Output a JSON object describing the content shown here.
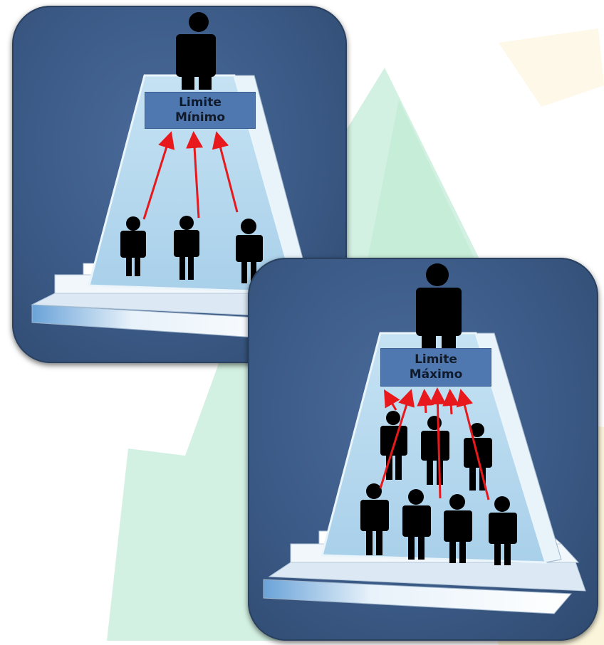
{
  "panels": {
    "minimum": {
      "label_line1": "Limite",
      "label_line2": "Mínimo",
      "subordinate_count": 3
    },
    "maximum": {
      "label_line1": "Limite",
      "label_line2": "Máximo",
      "subordinate_count": 7
    }
  },
  "colors": {
    "panel_bg": "#3b5a86",
    "pyramid_face": "#bcdcef",
    "pyramid_edge": "#e9f4fb",
    "label_box": "#4f77b0",
    "arrow": "#e8191c",
    "person": "#000000",
    "watermark_green": "#cdeedd",
    "watermark_yellow": "#fbf5dc"
  },
  "icons": [
    "person-icon",
    "pyramid-icon",
    "arrow-icon",
    "tree-watermark"
  ]
}
